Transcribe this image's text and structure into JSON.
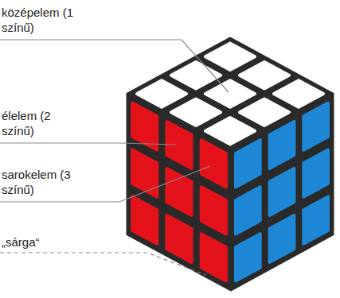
{
  "diagram": {
    "labels": [
      "középelem (1 színű)",
      "élelem (2 színű)",
      "sarokelem (3 színű)",
      "„sárga“"
    ]
  }
}
